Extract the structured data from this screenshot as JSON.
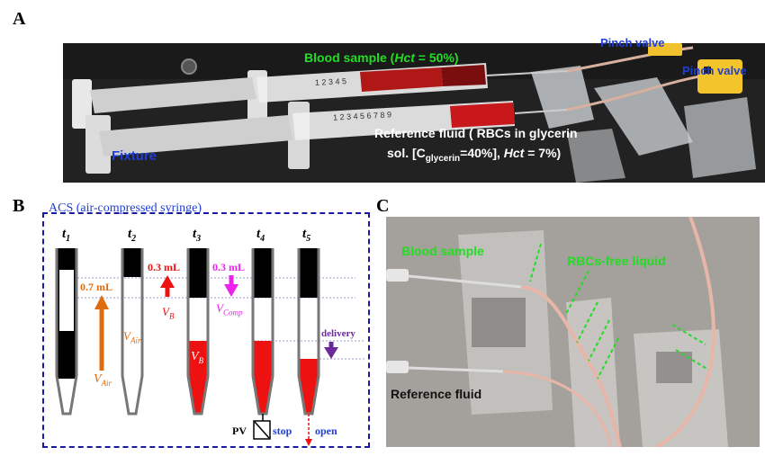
{
  "panels": {
    "a": {
      "letter": "A",
      "blood_sample_prefix": "Blood sample (",
      "blood_sample_hct": "Hct",
      "blood_sample_suffix": " = 50%)",
      "pinch_valve_1": "Pinch valve",
      "pinch_valve_2": "Pinch valve",
      "fixture": "Fixture",
      "ref_line1": "Reference fluid ( RBCs in glycerin",
      "ref_line2_prefix": "sol. [C",
      "ref_line2_sub": "glycerin",
      "ref_line2_mid": "=40%], ",
      "ref_line2_hct": "Hct",
      "ref_line2_suffix": " = 7%)",
      "syringe_marks_top": "1 2 3 4 5",
      "syringe_marks_bottom": "1 2 3 4 5 6 7 8 9"
    },
    "b": {
      "letter": "B",
      "title": "ACS (air-compressed syringe)",
      "times": [
        {
          "t": "t",
          "sub": "1"
        },
        {
          "t": "t",
          "sub": "2"
        },
        {
          "t": "t",
          "sub": "3"
        },
        {
          "t": "t",
          "sub": "4"
        },
        {
          "t": "t",
          "sub": "5"
        }
      ],
      "vol_07": "0.7 mL",
      "vol_03_red": "0.3 mL",
      "vol_03_magenta": "0.3 mL",
      "v_air_big": "V",
      "v_air_big_sub": "Air",
      "v_air_small": "V",
      "v_air_small_sub": "Air",
      "v_b_label": "V",
      "v_b_label_sub": "B",
      "v_b_inside": "V",
      "v_b_inside_sub": "B",
      "v_comp": "V",
      "v_comp_sub": "Comp",
      "delivery": "delivery",
      "pv": "PV",
      "stop": "stop",
      "open": "open"
    },
    "c": {
      "letter": "C",
      "blood_sample": "Blood sample",
      "rbc_free": "RBCs-free liquid",
      "reference_fluid": "Reference fluid"
    }
  },
  "colors": {
    "green_label": "#22dd22",
    "blue_label": "#1f3fd6",
    "panel_b_border": "#1a1aa0",
    "orange": "#e06c10",
    "red": "#ee1111",
    "magenta": "#ee22ee",
    "purple": "#6a2a9a",
    "black_fill": "#000000"
  }
}
